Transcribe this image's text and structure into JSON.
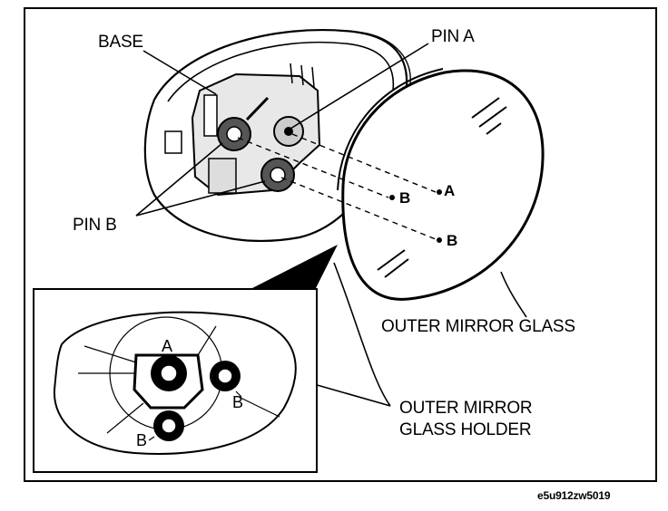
{
  "labels": {
    "base": "BASE",
    "pin_a": "PIN A",
    "pin_b": "PIN B",
    "outer_mirror_glass": "OUTER MIRROR GLASS",
    "holder_line1": "OUTER MIRROR",
    "holder_line2": "GLASS HOLDER",
    "glass_a": "A",
    "glass_b1": "B",
    "glass_b2": "B",
    "inset_a": "A",
    "inset_b1": "B",
    "inset_b2": "B"
  },
  "figure_code": "e5u912zw5019"
}
